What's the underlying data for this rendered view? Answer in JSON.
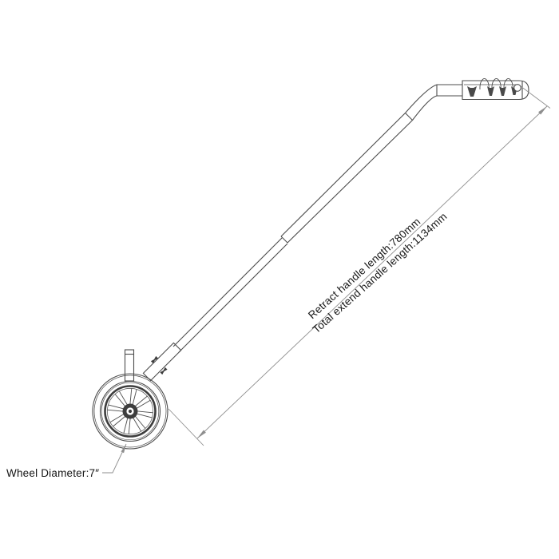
{
  "drawing": {
    "subject": "telescoping-handle-with-wheel",
    "labels": {
      "retract_handle_length": "Retract handle length:780mm",
      "total_extend_handle_length": "Total extend handle length:1134mm",
      "wheel_diameter": "Wheel Diameter:7″"
    },
    "values": {
      "retract_handle_length_mm": "780mm",
      "total_extend_handle_length_mm": "1134mm",
      "wheel_diameter_in": "7″"
    },
    "colors": {
      "background": "#ffffff",
      "outline": "#4c4c4c",
      "dark_fill": "#3d3d3d",
      "dimension_line": "#8e8e8e",
      "label_text": "#151515"
    }
  }
}
